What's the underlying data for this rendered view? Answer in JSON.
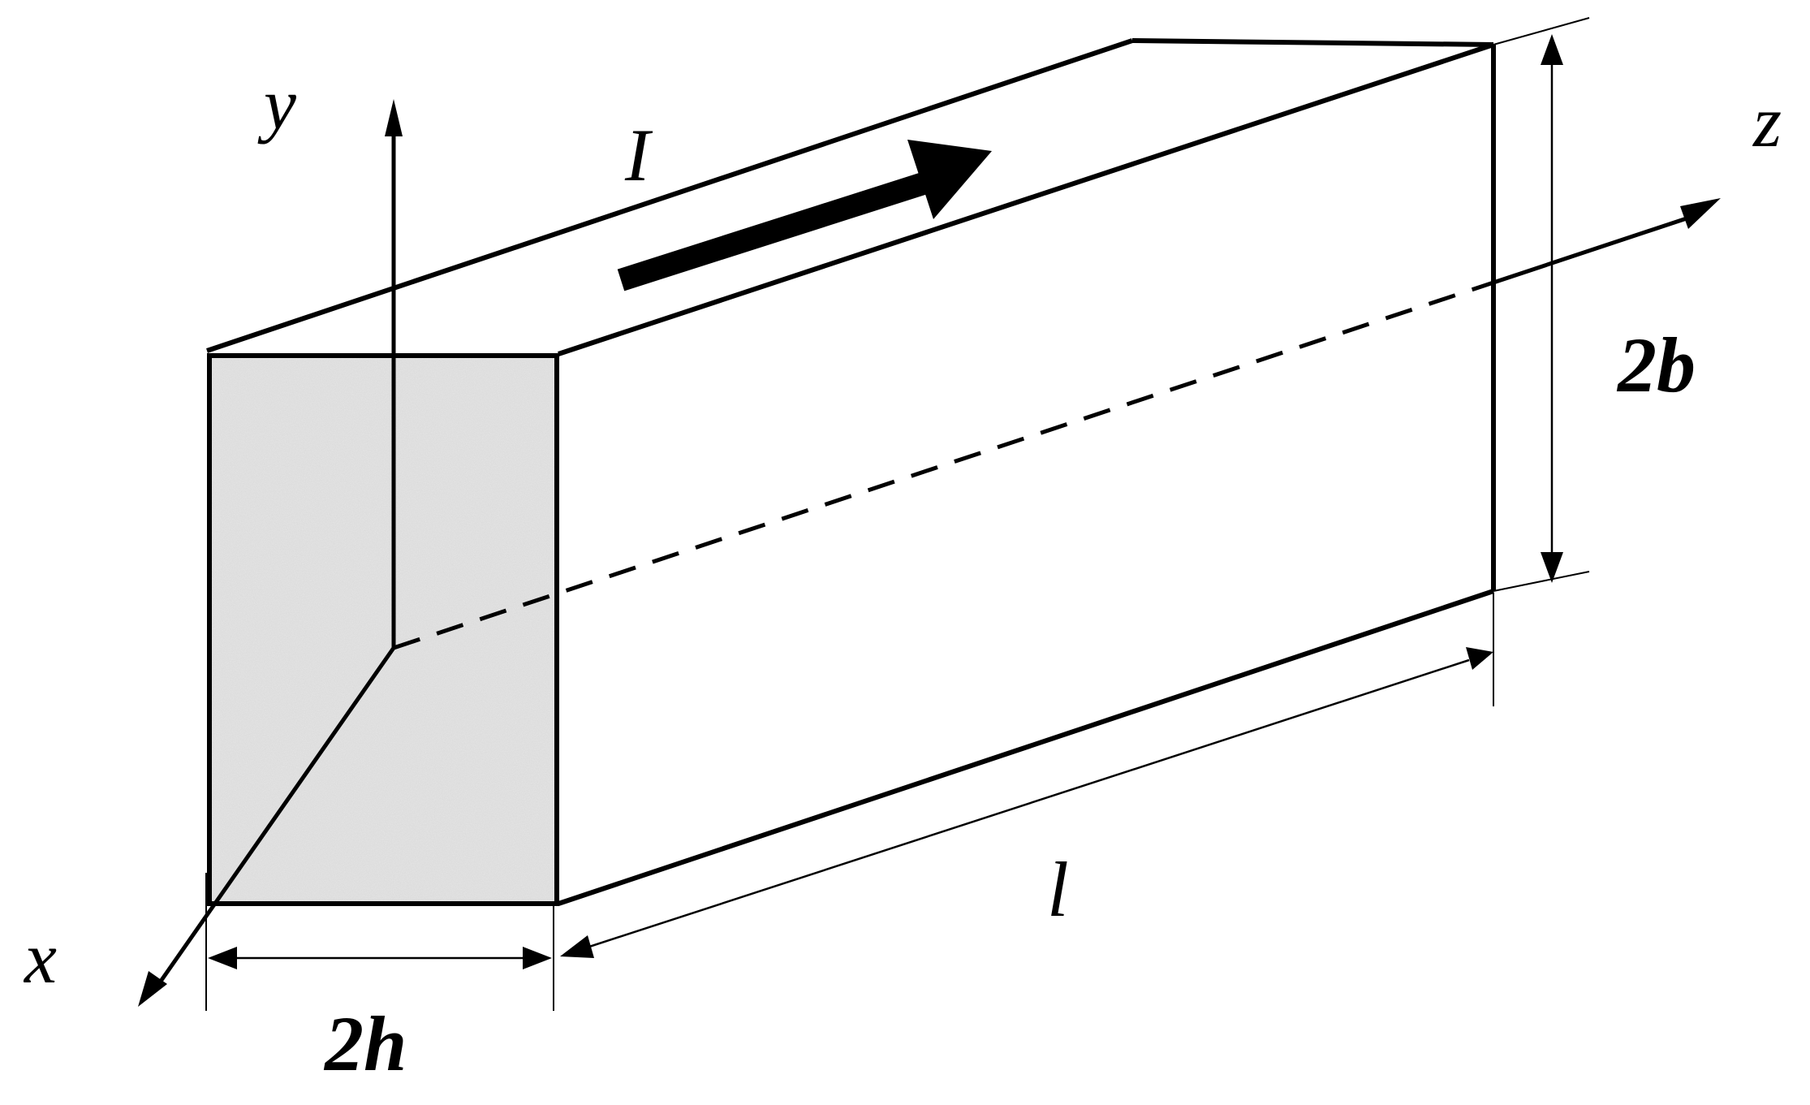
{
  "diagram": {
    "labels": {
      "y_axis": "y",
      "z_axis": "z",
      "x_axis": "x",
      "current": "I",
      "height": "2b",
      "width": "2h",
      "length": "l"
    },
    "colors": {
      "stroke": "#000000",
      "cross_section_fill": "#e6e6e6",
      "background": "#ffffff"
    }
  }
}
